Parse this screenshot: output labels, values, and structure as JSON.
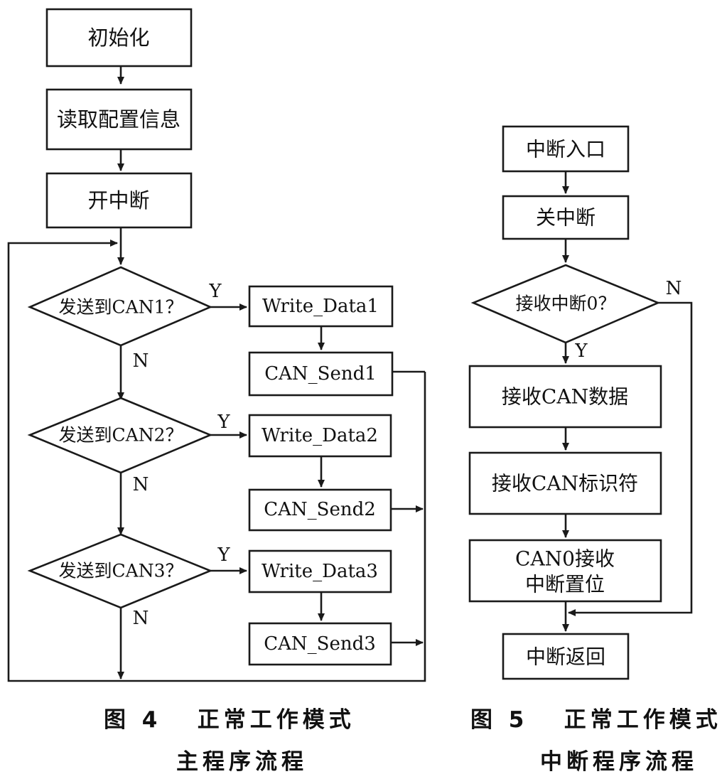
{
  "figure4": {
    "steps": {
      "init": "初始化",
      "read_config": "读取配置信息",
      "enable_interrupt": "开中断"
    },
    "decisions": {
      "can1": "发送到CAN1？",
      "can2": "发送到CAN2？",
      "can3": "发送到CAN3？"
    },
    "actions": {
      "write1": "Write_Data1",
      "send1": "CAN_Send1",
      "write2": "Write_Data2",
      "send2": "CAN_Send2",
      "write3": "Write_Data3",
      "send3": "CAN_Send3"
    },
    "branch_labels": {
      "yes": "Y",
      "no": "N"
    },
    "caption_line1": "图 4   正常工作模式",
    "caption_line2": "主程序流程"
  },
  "figure5": {
    "steps": {
      "entry": "中断入口",
      "disable_interrupt": "关中断",
      "receive_data": "接收CAN数据",
      "receive_id": "接收CAN标识符",
      "set_flag_line1": "CAN0接收",
      "set_flag_line2": "中断置位",
      "return": "中断返回"
    },
    "decisions": {
      "receive_interrupt": "接收中断0？"
    },
    "branch_labels": {
      "yes": "Y",
      "no": "N"
    },
    "caption_line1": "图 5   正常工作模式",
    "caption_line2": "中断程序流程"
  }
}
